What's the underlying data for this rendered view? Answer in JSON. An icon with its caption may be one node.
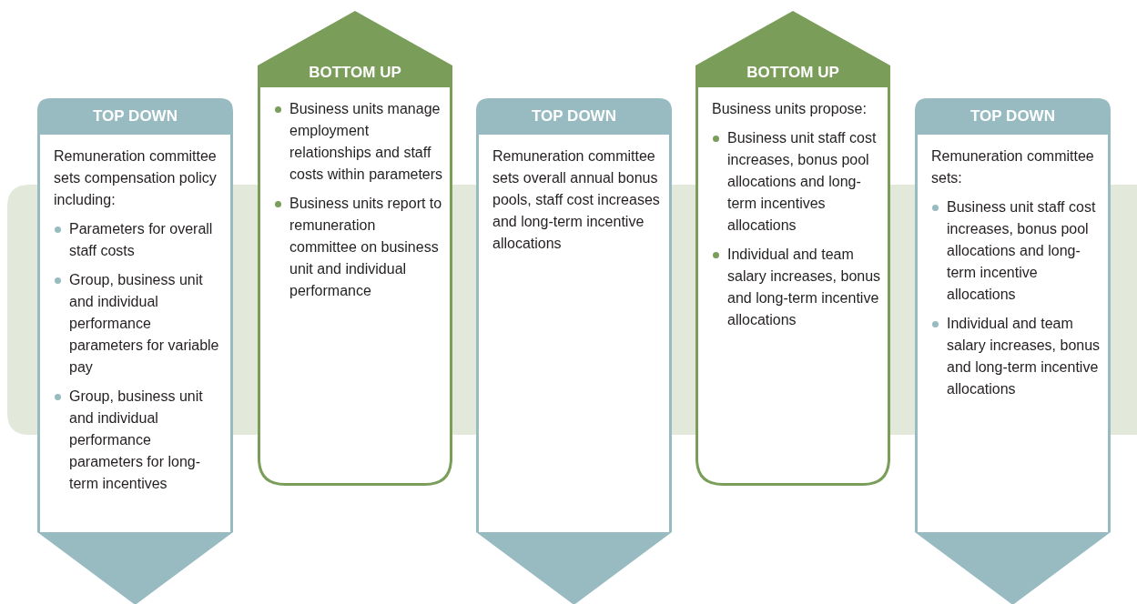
{
  "diagram": {
    "nodes": [
      {
        "text": [
          "TOP DOWN",
          "Remuneration committee sets compensation policy including:",
          "Parameters for overall staff costs",
          "Group, business unit and individual performance parameters for variable pay",
          "Group, business unit and individual performance parameters for long-term incentives"
        ]
      },
      {
        "text": [
          "BOTTOM UP",
          "Business units manage employment relationships and staff costs within parameters",
          "Business units report to remuneration committee on business unit and individual performance"
        ]
      },
      {
        "text": [
          "TOP DOWN",
          "Remuneration committee sets overall annual bonus pools, staff cost increases and long-term incentive allocations"
        ]
      },
      {
        "text": [
          "BOTTOM UP",
          "Business units propose:",
          "Business unit staff cost increases, bonus pool allocations and long-term incentives allocations",
          "Individual and team salary increases, bonus and long-term incentive allocations"
        ]
      },
      {
        "text": [
          "TOP DOWN",
          "Remuneration committee sets:",
          "Business unit staff cost increases, bonus pool allocations and long-term incentive allocations",
          "Individual and team salary increases, bonus and long-term incentive allocations"
        ]
      }
    ]
  }
}
